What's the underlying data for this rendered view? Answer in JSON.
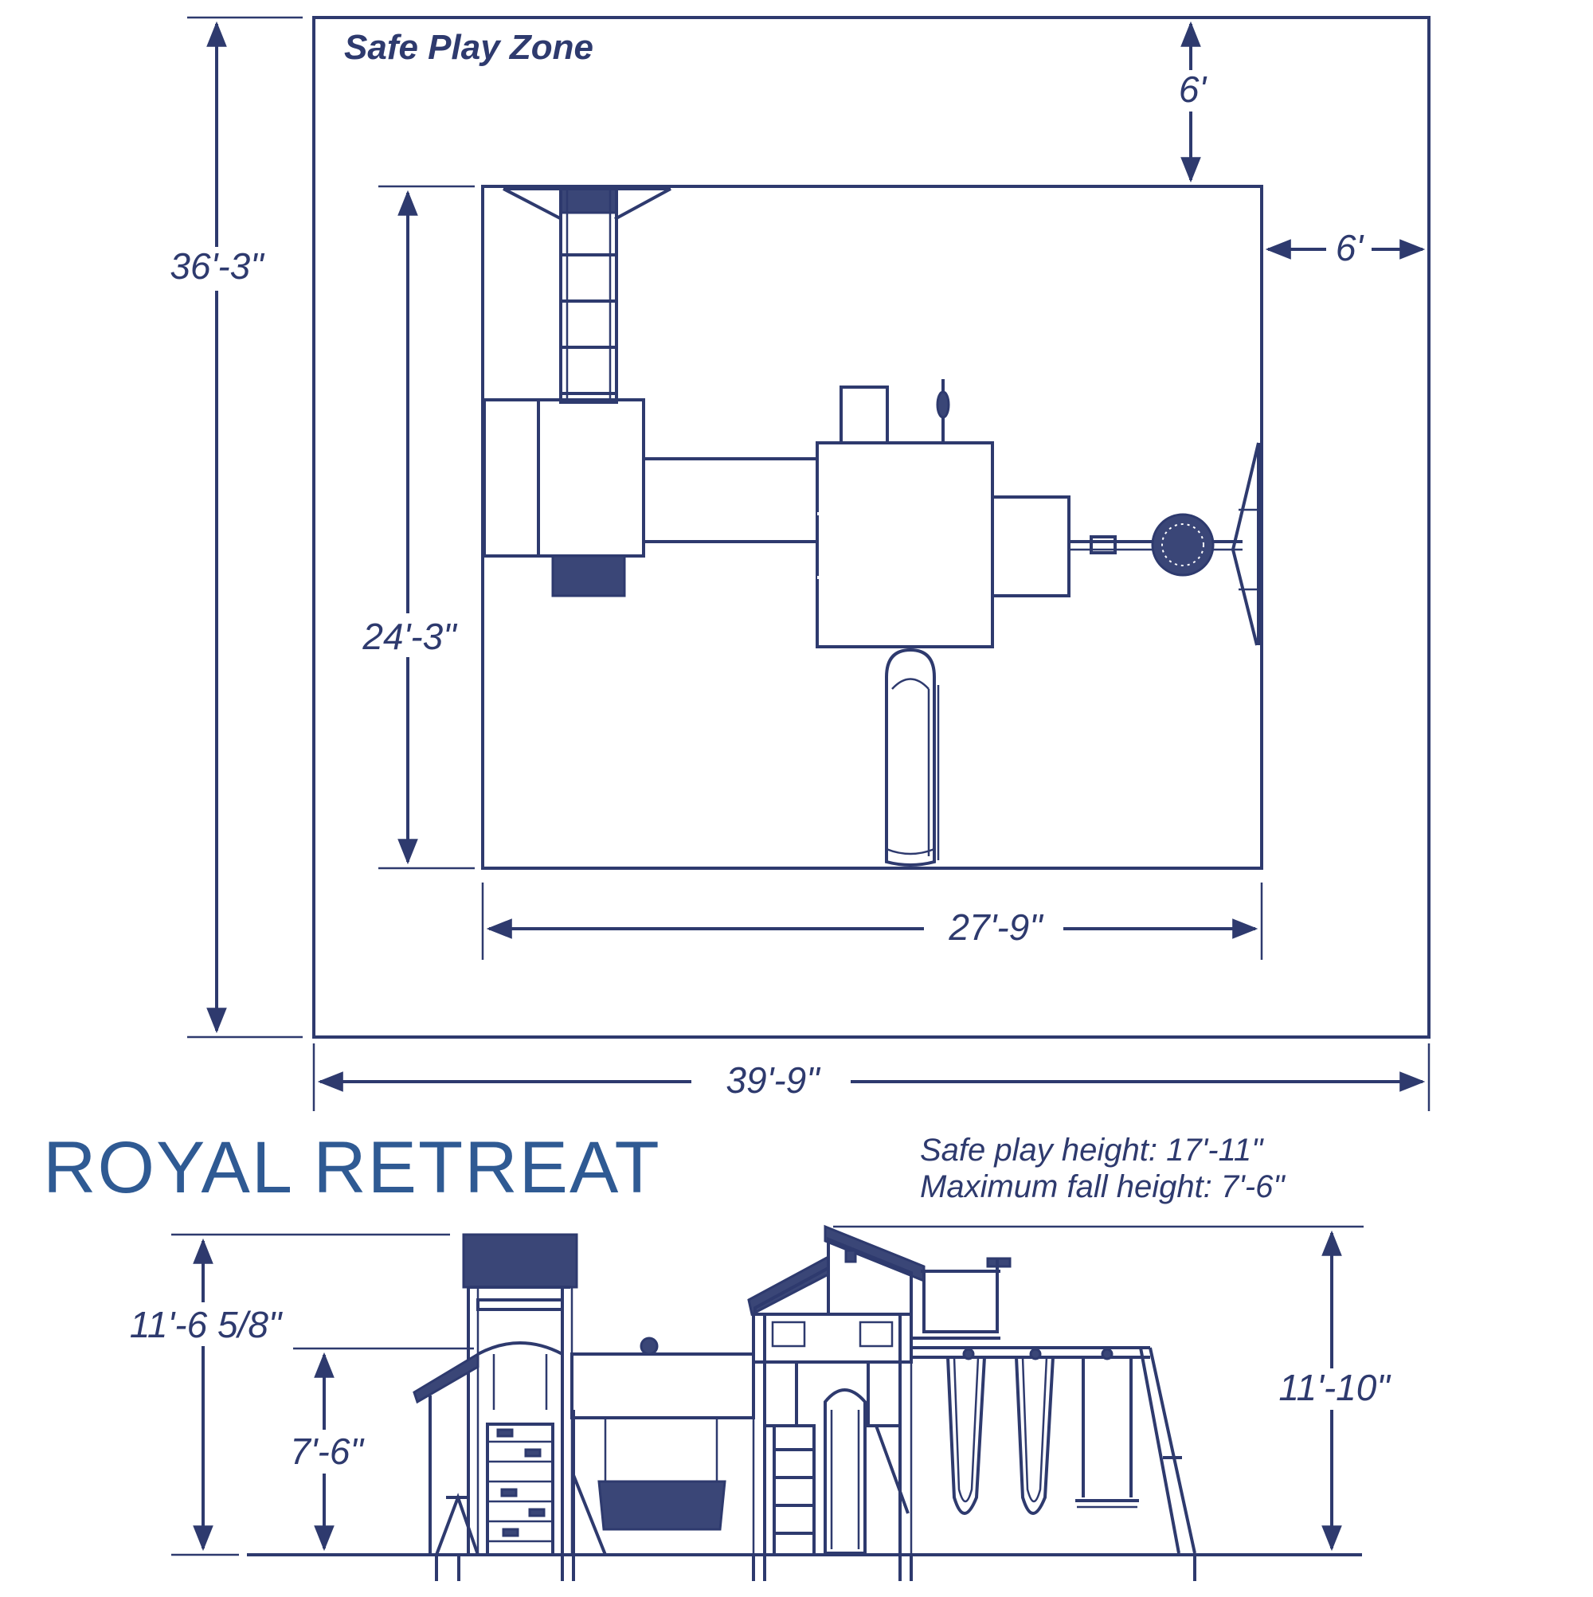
{
  "title": "ROYAL RETREAT",
  "zone_label": "Safe Play Zone",
  "dimensions": {
    "zone_height": "36'-3\"",
    "zone_width": "39'-9\"",
    "structure_height": "24'-3\"",
    "structure_width": "27'-9\"",
    "clearance_top": "6'",
    "clearance_right": "6'",
    "elevation_roof_height": "11'-6 5/8\"",
    "elevation_deck_height": "7'-6\"",
    "elevation_total_height": "11'-10\""
  },
  "heights": {
    "safe_play_height": "Safe play height: 17'-11\"",
    "max_fall_height": "Maximum fall height: 7'-6\""
  },
  "colors": {
    "line": "#2e3a6e",
    "title": "#2f5a93"
  }
}
